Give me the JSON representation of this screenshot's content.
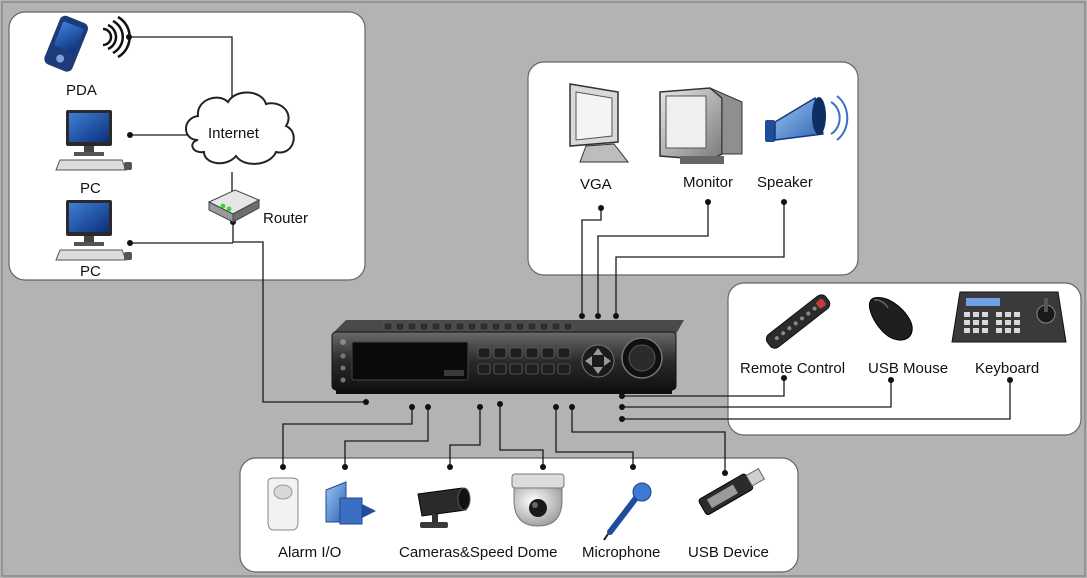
{
  "network": {
    "pda": "PDA",
    "internet": "Internet",
    "pc_top": "PC",
    "pc_bottom": "PC",
    "router": "Router"
  },
  "display": {
    "vga": "VGA",
    "monitor": "Monitor",
    "speaker": "Speaker"
  },
  "control": {
    "remote": "Remote Control",
    "mouse": "USB Mouse",
    "keyboard": "Keyboard"
  },
  "peripherals": {
    "alarm": "Alarm I/O",
    "cameras": "Cameras&Speed Dome",
    "microphone": "Microphone",
    "usb": "USB Device"
  }
}
